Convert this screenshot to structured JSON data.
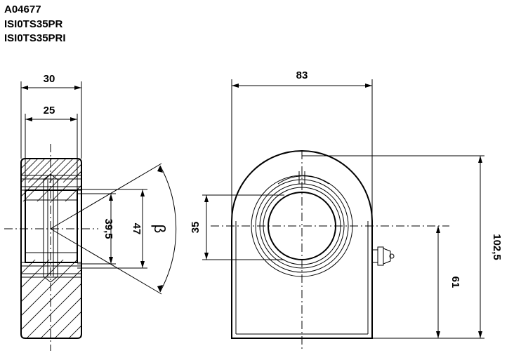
{
  "header": {
    "code": "A04677",
    "model_1": "ISI0TS35PR",
    "model_2": "ISI0TS35PRI"
  },
  "dimensions": {
    "side_outer_width": "30",
    "side_inner_width": "25",
    "bore_39_5": "39,5",
    "outer_47": "47",
    "beta": "β",
    "front_bore": "35",
    "front_width": "83",
    "height_61": "61",
    "height_102_5": "102,5"
  }
}
